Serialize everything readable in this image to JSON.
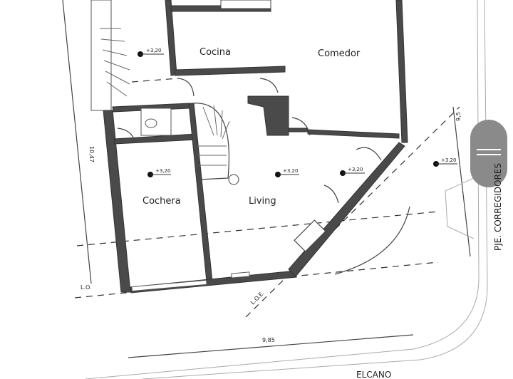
{
  "rooms": {
    "cocina": "Cocina",
    "comedor": "Comedor",
    "cochera": "Cochera",
    "living": "Living"
  },
  "levels": [
    "+3,20",
    "+3,20",
    "+3,20",
    "+3,20",
    "+3,20"
  ],
  "dimensions": {
    "left": "10,47",
    "bottom": "9,85",
    "right": "9,5"
  },
  "lines": {
    "lo": "L.O.",
    "loe": "L.O.E."
  },
  "streets": {
    "bottom": "ELCANO",
    "right": "PJE. CORREGIDORES"
  },
  "colors": {
    "wall": "#4a4a4a",
    "street_badge": "#8a8a8a"
  }
}
